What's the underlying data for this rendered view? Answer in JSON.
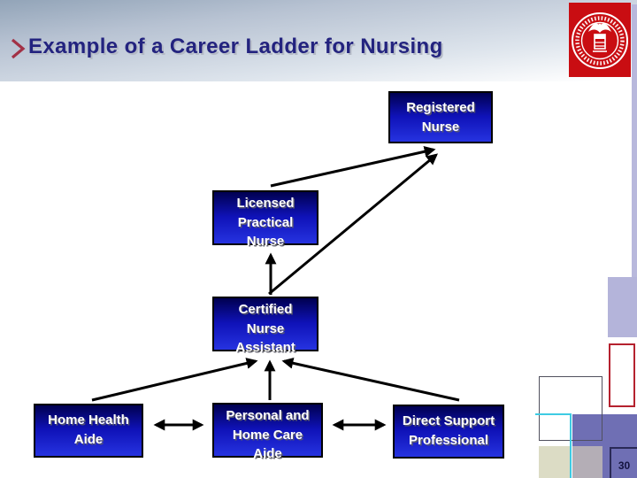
{
  "slide": {
    "title": "Example of a Career Ladder for Nursing",
    "page_number": "30",
    "accent_colors": {
      "title_text": "#23237f",
      "title_chevron": "#a23146",
      "header_gradient_top": "#92a4b8",
      "seal_background": "#c90d12",
      "node_fill_top": "#000050",
      "node_fill_bottom": "#2633e0",
      "node_border": "#000000",
      "node_text": "#ffffff",
      "arrow": "#000000",
      "deco_lavender": "#b4b4da",
      "deco_purple": "#6f6fb4",
      "deco_tan": "#dcdcc5",
      "deco_gray": "#b4aeb6",
      "deco_cyan": "#3ecbe3",
      "deco_red_outline": "#b5222f"
    }
  },
  "seal": {
    "alt": "United States Department of Labor seal"
  },
  "diagram": {
    "nodes": [
      {
        "id": "registered-nurse",
        "label": "Registered\nNurse"
      },
      {
        "id": "licensed-practical-nurse",
        "label": "Licensed\nPractical\nNurse"
      },
      {
        "id": "certified-nurse-assistant",
        "label": "Certified\nNurse\nAssistant"
      },
      {
        "id": "home-health-aide",
        "label": "Home Health\nAide"
      },
      {
        "id": "personal-and-home-care-aide",
        "label": "Personal and\nHome Care\nAide"
      },
      {
        "id": "direct-support-professional",
        "label": "Direct Support\nProfessional"
      }
    ],
    "edges": [
      {
        "from": "licensed-practical-nurse",
        "to": "registered-nurse",
        "bidirectional": false
      },
      {
        "from": "certified-nurse-assistant",
        "to": "registered-nurse",
        "bidirectional": false
      },
      {
        "from": "certified-nurse-assistant",
        "to": "licensed-practical-nurse",
        "bidirectional": false
      },
      {
        "from": "home-health-aide",
        "to": "certified-nurse-assistant",
        "bidirectional": false
      },
      {
        "from": "personal-and-home-care-aide",
        "to": "certified-nurse-assistant",
        "bidirectional": false
      },
      {
        "from": "direct-support-professional",
        "to": "certified-nurse-assistant",
        "bidirectional": false
      },
      {
        "from": "home-health-aide",
        "to": "personal-and-home-care-aide",
        "bidirectional": true
      },
      {
        "from": "personal-and-home-care-aide",
        "to": "direct-support-professional",
        "bidirectional": true
      }
    ]
  }
}
